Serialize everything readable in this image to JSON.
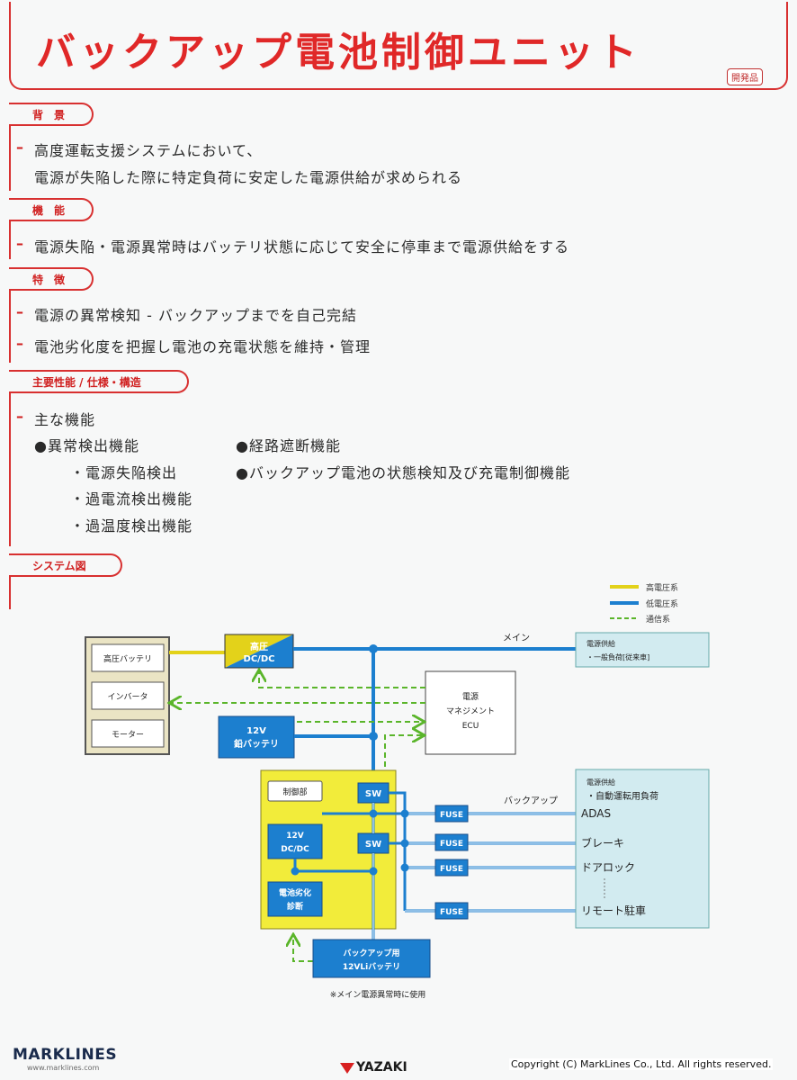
{
  "title": "バックアップ電池制御ユニット",
  "dev_tag": "開発品",
  "sections": {
    "background": {
      "heading": "背　景",
      "lines": [
        "高度運転支援システムにおいて、",
        "電源が失陥した際に特定負荷に安定した電源供給が求められる"
      ]
    },
    "function": {
      "heading": "機　能",
      "lines": [
        "電源失陥・電源異常時はバッテリ状態に応じて安全に停車まで電源供給をする"
      ]
    },
    "features": {
      "heading": "特　徴",
      "lines": [
        "電源の異常検知 - バックアップまでを自己完結",
        "電池劣化度を把握し電池の充電状態を維持・管理"
      ]
    },
    "specs": {
      "heading": "主要性能 / 仕様・構造",
      "main_label": "主な機能",
      "left_bullet": "●異常検出機能",
      "sub_items": [
        "・電源失陥検出",
        "・過電流検出機能",
        "・過温度検出機能"
      ],
      "right_bullets": [
        "●経路遮断機能",
        "●バックアップ電池の状態検知及び充電制御機能"
      ]
    },
    "system": {
      "heading": "システム図"
    }
  },
  "diagram": {
    "legend": [
      "高電圧系",
      "低電圧系",
      "通信系"
    ],
    "legend_colors": {
      "high": "#e3d21a",
      "low": "#1c7fcf",
      "comm": "#5ab52a"
    },
    "hv_battery": "高圧バッテリ",
    "inverter": "インバータ",
    "motor": "モーター",
    "dcdc_main": [
      "高圧",
      "DC/DC"
    ],
    "lead_battery": [
      "12V",
      "鉛バッテリ"
    ],
    "ecu": [
      "電源",
      "マネジメント",
      "ECU"
    ],
    "main_label": "メイン",
    "main_load": [
      "電源供給",
      "・一般負荷[従来車]"
    ],
    "control_unit": "制御部",
    "sw1": "SW",
    "sw2": "SW",
    "dcdc_unit": [
      "12V",
      "DC/DC"
    ],
    "diag": [
      "電池劣化",
      "診断"
    ],
    "backup_battery": [
      "バックアップ用",
      "12VLiバッテリ"
    ],
    "backup_note": "※メイン電源異常時に使用",
    "backup_label": "バックアップ",
    "fuse": "FUSE",
    "backup_load_title": [
      "電源供給",
      "・自動運転用負荷"
    ],
    "loads": [
      "ADAS",
      "ブレーキ",
      "ドアロック",
      "リモート駐車"
    ]
  },
  "footer": {
    "logo": "MARKLINES",
    "url": "www.marklines.com",
    "brand": "YAZAKI",
    "copyright": "Copyright (C) MarkLines Co., Ltd. All rights reserved."
  }
}
